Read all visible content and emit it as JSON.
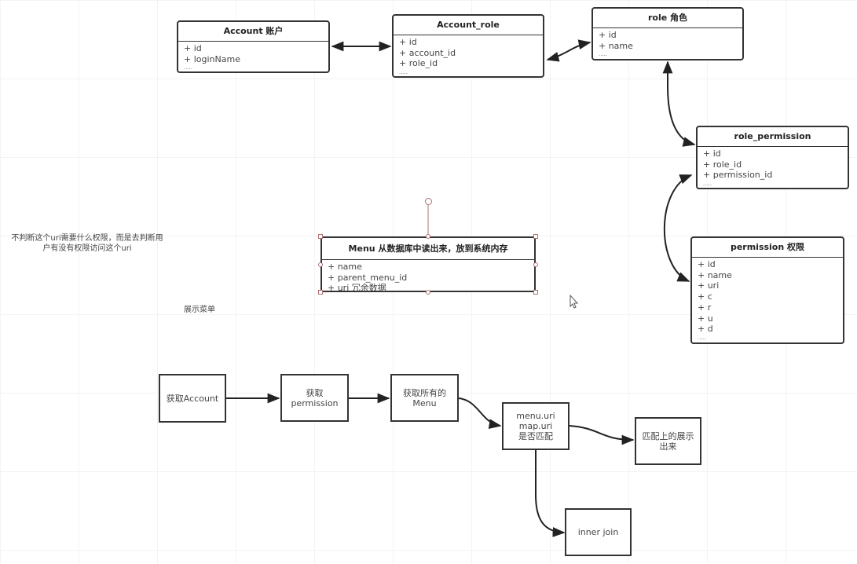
{
  "entities": {
    "account": {
      "title": "Account 账户",
      "fields": [
        "+ id",
        "+ loginName"
      ],
      "more": "....."
    },
    "account_role": {
      "title": "Account_role",
      "fields": [
        "+ id",
        "+ account_id",
        "+ role_id"
      ],
      "more": "....."
    },
    "role": {
      "title": "role 角色",
      "fields": [
        "+ id",
        "+ name"
      ],
      "more": "....."
    },
    "role_permission": {
      "title": "role_permission",
      "fields": [
        "+ id",
        "+ role_id",
        "+ permission_id"
      ],
      "more": "....."
    },
    "permission": {
      "title": "permission 权限",
      "fields": [
        "+ id",
        "+ name",
        "+ uri",
        "+ c",
        "+ r",
        "+ u",
        "+ d"
      ],
      "more": "....."
    },
    "menu": {
      "title": "Menu 从数据库中读出来，放到系统内存",
      "fields": [
        "+ name",
        "+ parent_menu_id",
        "+ uri  冗余数据"
      ]
    }
  },
  "notes": {
    "left_note_line1": "不判断这个uri需要什么权限，而是去判断用",
    "left_note_line2": "户有没有权限访问这个uri",
    "show_menu": "展示菜单"
  },
  "flow": {
    "step1": "获取Account",
    "step2_line1": "获取",
    "step2_line2": "permission",
    "step3_line1": "获取所有的",
    "step3_line2": "Menu",
    "step4_line1": "menu.uri",
    "step4_line2": "map.uri",
    "step4_line3": "是否匹配",
    "step5_line1": "匹配上的展示",
    "step5_line2": "出来",
    "step6": "inner join"
  }
}
